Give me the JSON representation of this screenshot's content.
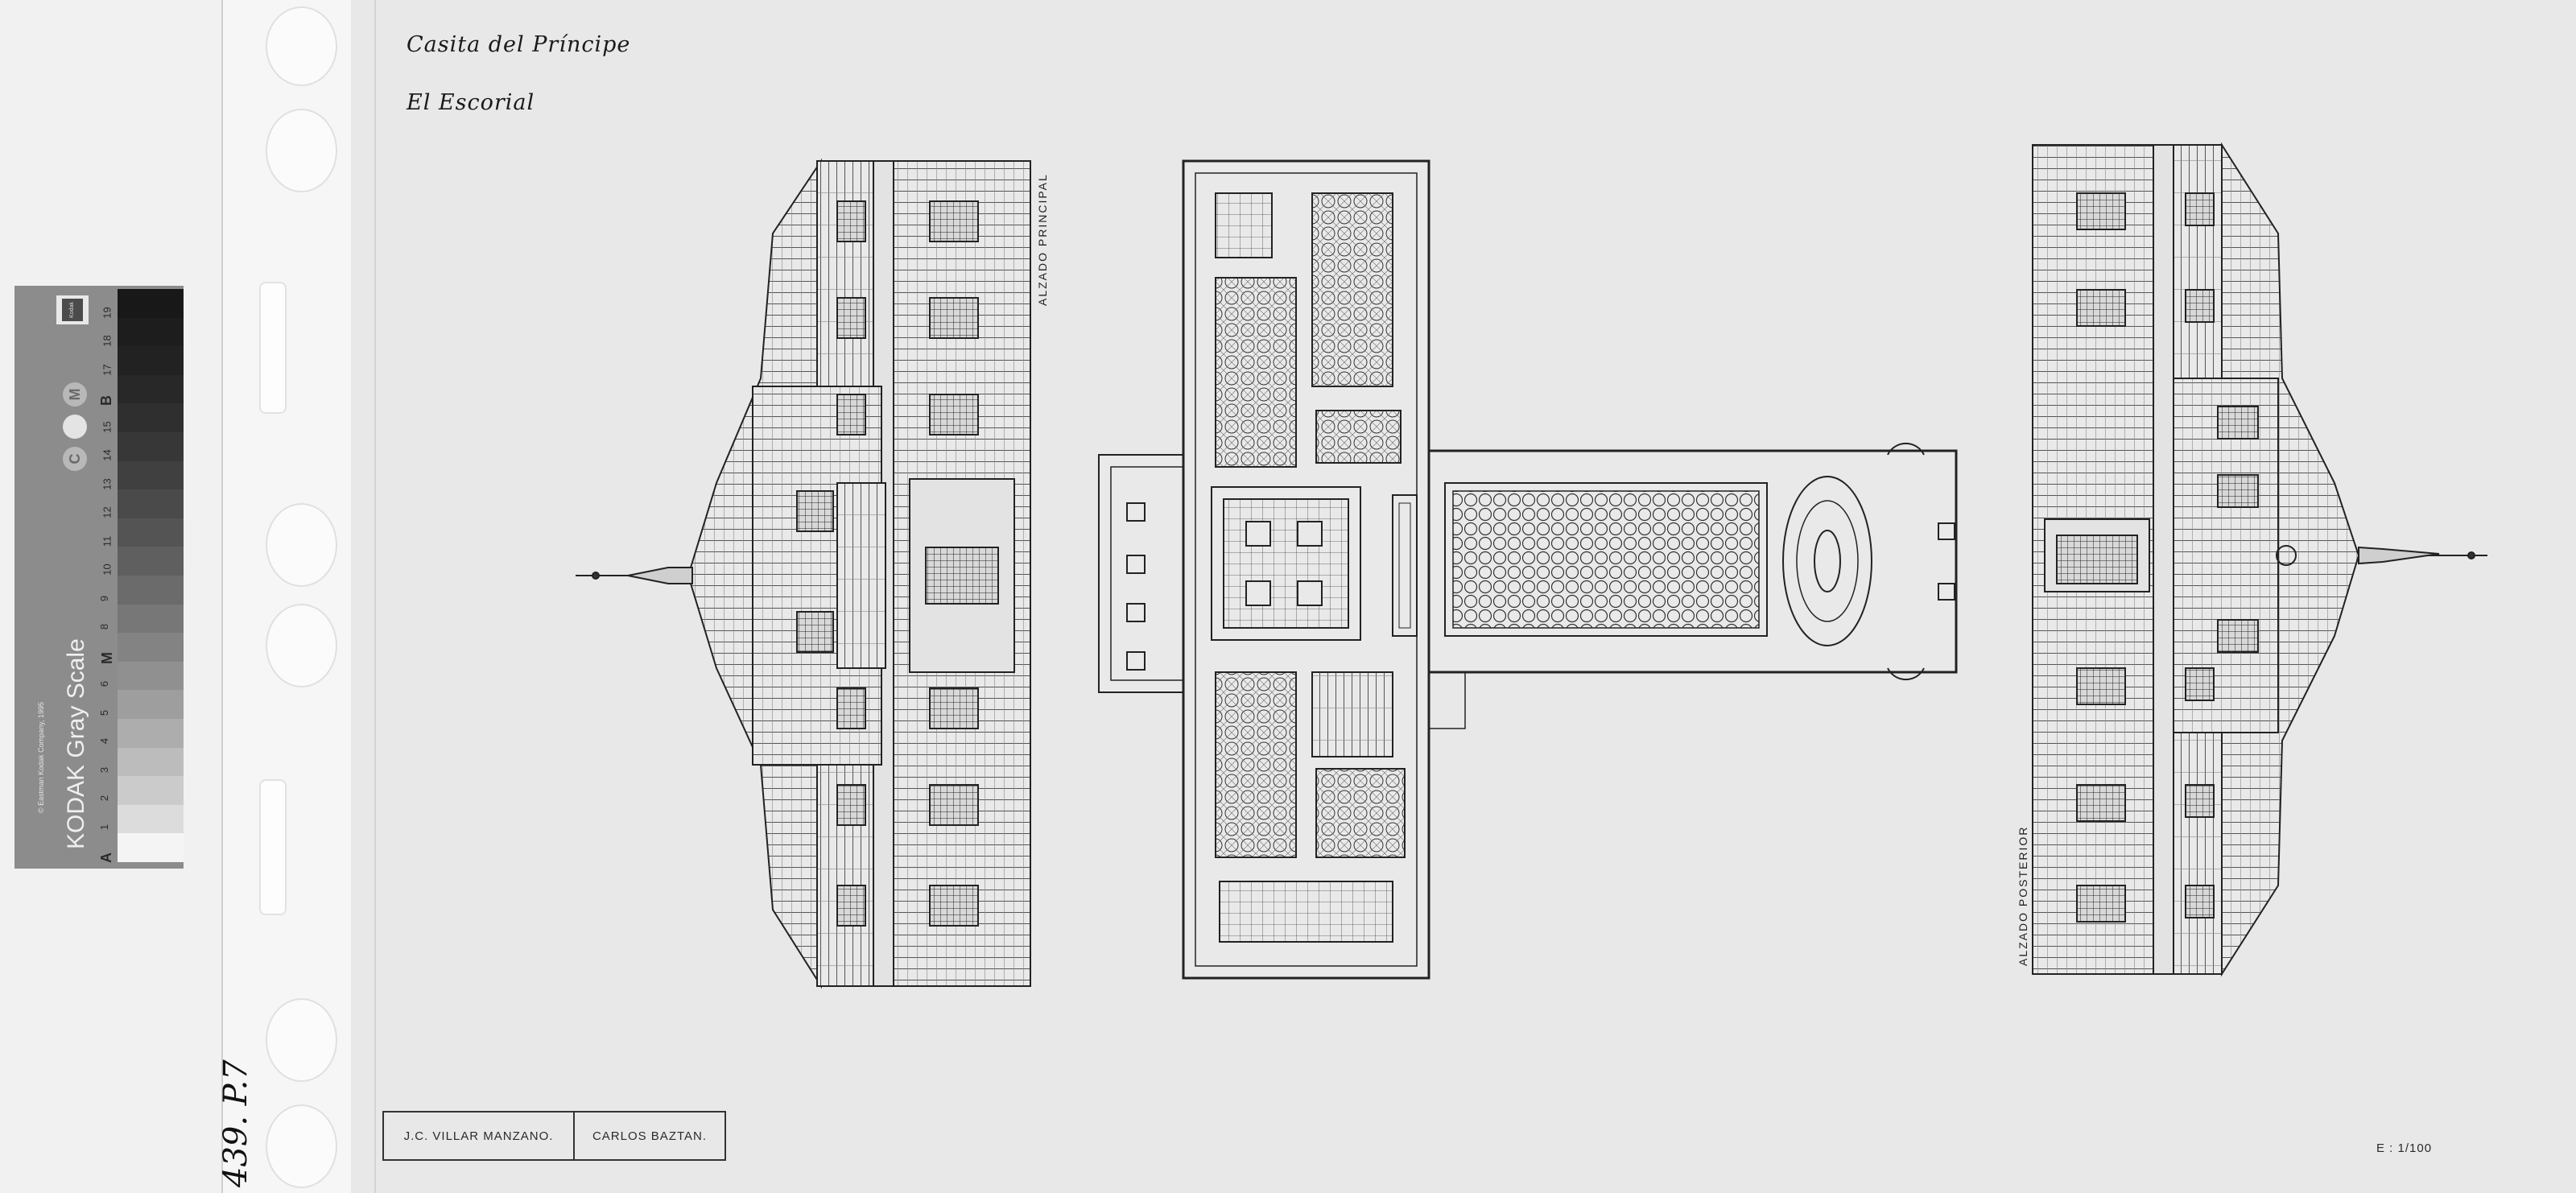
{
  "color_card": {
    "brand": "KODAK Gray Scale",
    "copyright": "© Eastman Kodak Company, 1995",
    "logo_text": "Kodak",
    "patch_labels": [
      "A",
      "1",
      "2",
      "3",
      "4",
      "5",
      "6",
      "M",
      "8",
      "9",
      "10",
      "11",
      "12",
      "13",
      "14",
      "15",
      "B",
      "17",
      "18",
      "19"
    ],
    "color_marks": [
      "C",
      "Y",
      "M"
    ],
    "steps": [
      "#f4f4f4",
      "#dcdcdc",
      "#cbcbcb",
      "#bcbcbc",
      "#adadad",
      "#9e9e9e",
      "#909090",
      "#838383",
      "#777777",
      "#6b6b6b",
      "#5f5f5f",
      "#545454",
      "#4a4a4a",
      "#404040",
      "#373737",
      "#2f2f2f",
      "#282828",
      "#222222",
      "#1d1d1d",
      "#181818"
    ]
  },
  "handwritten_note": "439. P.7",
  "title": {
    "line1": "Casita del Príncipe",
    "line2": "El Escorial"
  },
  "labels": {
    "front_elevation": "ALZADO PRINCIPAL",
    "rear_elevation": "ALZADO POSTERIOR"
  },
  "credits": [
    "J.C. VILLAR MANZANO.",
    "CARLOS  BAZTAN."
  ],
  "scale": "E :   1/100"
}
